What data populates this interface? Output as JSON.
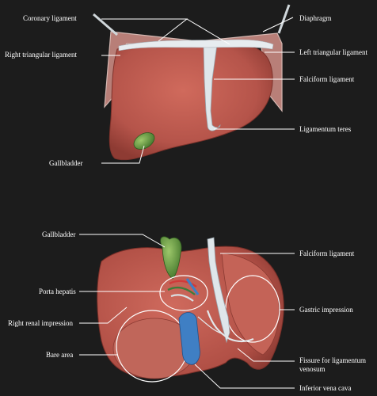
{
  "top_view": {
    "labels": {
      "coronary_ligament": "Coronary ligament",
      "diaphragm": "Diaphragm",
      "right_triangular_ligament": "Right triangular ligament",
      "left_triangular_ligament": "Left triangular ligament",
      "falciform_ligament": "Falciform ligament",
      "ligamentum_teres": "Ligamentum teres",
      "gallbladder": "Gallbladder"
    }
  },
  "bottom_view": {
    "labels": {
      "gallbladder": "Gallbladder",
      "falciform_ligament": "Falciform ligament",
      "porta_hepatis": "Porta hepatis",
      "gastric_impression": "Gastric impression",
      "right_renal_impression": "Right renal impression",
      "bare_area": "Bare area",
      "fissure_line1": "Fissure for ligamentum",
      "fissure_line2": "venosum",
      "inferior_vena_cava": "Inferior vena cava"
    }
  },
  "colors": {
    "background": "#1c1c1c",
    "liver": "#b8574b",
    "ligament": "#dfe6ea",
    "gallbladder": "#6a9a45",
    "vena_cava": "#3f7fc4",
    "leader_line": "#ffffff"
  }
}
